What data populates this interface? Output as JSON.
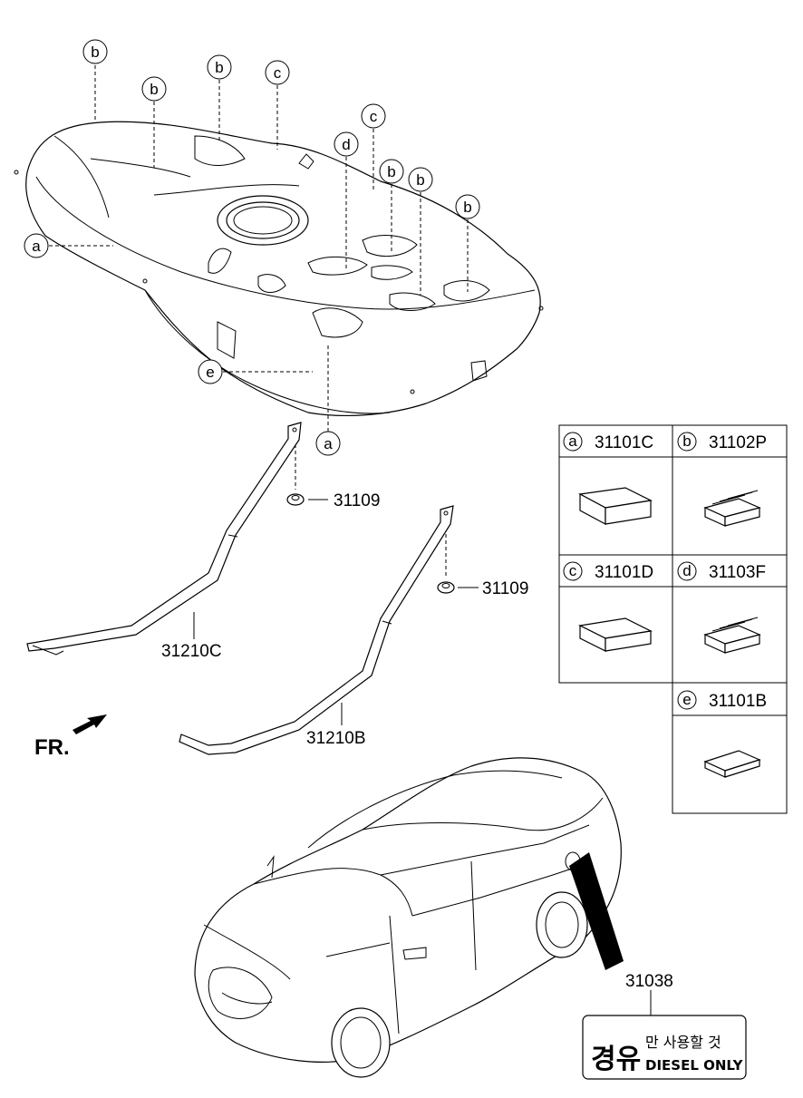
{
  "callouts": {
    "a": "a",
    "b": "b",
    "c": "c",
    "d": "d",
    "e": "e"
  },
  "part_numbers": {
    "nut_1": "31109",
    "nut_2": "31109",
    "strap_c": "31210C",
    "strap_b": "31210B",
    "label_part": "31038"
  },
  "front_marker": "FR.",
  "legend": {
    "cells": [
      {
        "key": "a",
        "part": "31101C"
      },
      {
        "key": "b",
        "part": "31102P"
      },
      {
        "key": "c",
        "part": "31101D"
      },
      {
        "key": "d",
        "part": "31103F"
      },
      {
        "key": "e",
        "part": "31101B"
      }
    ]
  },
  "fuel_label": {
    "big_korean": "경유",
    "small_korean": "만 사용할 것",
    "english": "DIESEL ONLY"
  }
}
